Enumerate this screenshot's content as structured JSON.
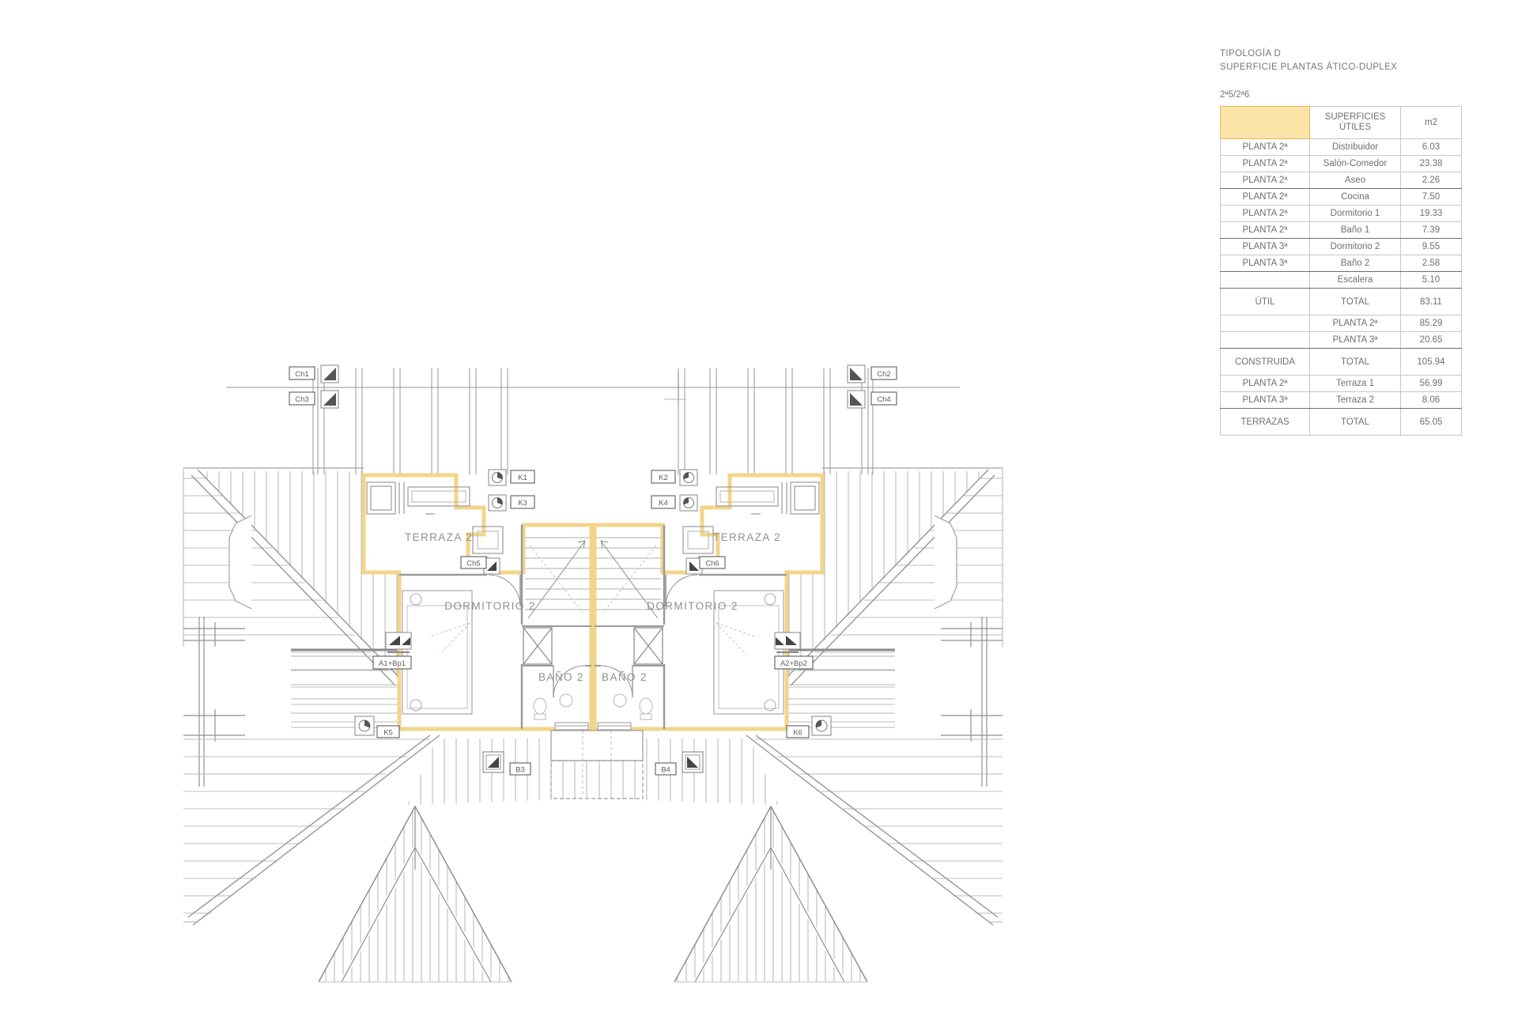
{
  "panel": {
    "title1": "TIPOLOGÍA D",
    "title2": "SUPERFICIE PLANTAS ÁTICO-DUPLEX",
    "units": "2ª5/2ª6",
    "header": {
      "col2_line1": "SUPERFICIES",
      "col2_line2": "ÚTILES",
      "col3": "m2"
    },
    "rows": [
      {
        "c1": "PLANTA 2ª",
        "c2": "Distribuidor",
        "c3": "6.03"
      },
      {
        "c1": "PLANTA 2ª",
        "c2": "Salón-Comedor",
        "c3": "23.38"
      },
      {
        "c1": "PLANTA 2ª",
        "c2": "Aseo",
        "c3": "2.26"
      },
      {
        "c1": "PLANTA 2ª",
        "c2": "Cocina",
        "c3": "7.50"
      },
      {
        "c1": "PLANTA 2ª",
        "c2": "Dormitorio 1",
        "c3": "19.33"
      },
      {
        "c1": "PLANTA 2ª",
        "c2": "Baño 1",
        "c3": "7.39"
      },
      {
        "c1": "PLANTA 3ª",
        "c2": "Dormitorio 2",
        "c3": "9.55"
      },
      {
        "c1": "PLANTA 3ª",
        "c2": "Baño 2",
        "c3": "2.58"
      },
      {
        "c1": "",
        "c2": "Escalera",
        "c3": "5.10"
      },
      {
        "c1": "ÚTIL",
        "c2": "TOTAL",
        "c3": "83.11"
      },
      {
        "c1": "",
        "c2": "PLANTA 2ª",
        "c3": "85.29"
      },
      {
        "c1": "",
        "c2": "PLANTA 3ª",
        "c3": "20.65"
      },
      {
        "c1": "CONSTRUIDA",
        "c2": "TOTAL",
        "c3": "105.94"
      },
      {
        "c1": "PLANTA 2ª",
        "c2": "Terraza 1",
        "c3": "56.99"
      },
      {
        "c1": "PLANTA 3ª",
        "c2": "Terraza 2",
        "c3": "8.06"
      },
      {
        "c1": "TERRAZAS",
        "c2": "TOTAL",
        "c3": "65.05"
      }
    ]
  },
  "plan": {
    "labels": {
      "terraza_left": "TERRAZA 2",
      "terraza_right": "TERRAZA 2",
      "dormitorio_left": "DORMITORIO 2",
      "dormitorio_right": "DORMITORIO 2",
      "bano_left": "BAÑO 2",
      "bano_right": "BAÑO 2"
    },
    "tags": {
      "ch1": "Ch1",
      "ch2": "Ch2",
      "ch3": "Ch3",
      "ch4": "Ch4",
      "ch5": "Ch5",
      "ch6": "Ch6",
      "k1": "K1",
      "k2": "K2",
      "k3": "K3",
      "k4": "K4",
      "k5": "K5",
      "k6": "K6",
      "a1": "A1+Bp1",
      "a2": "A2+Bp2",
      "b3": "B3",
      "b4": "B4"
    }
  },
  "colors": {
    "highlight_stroke": "#F2D58A",
    "highlight_fill": "#FAE4A8",
    "highlight_border": "#E2BA55",
    "plan_line": "#9a9a9a",
    "plan_text": "#8f8f8f"
  }
}
